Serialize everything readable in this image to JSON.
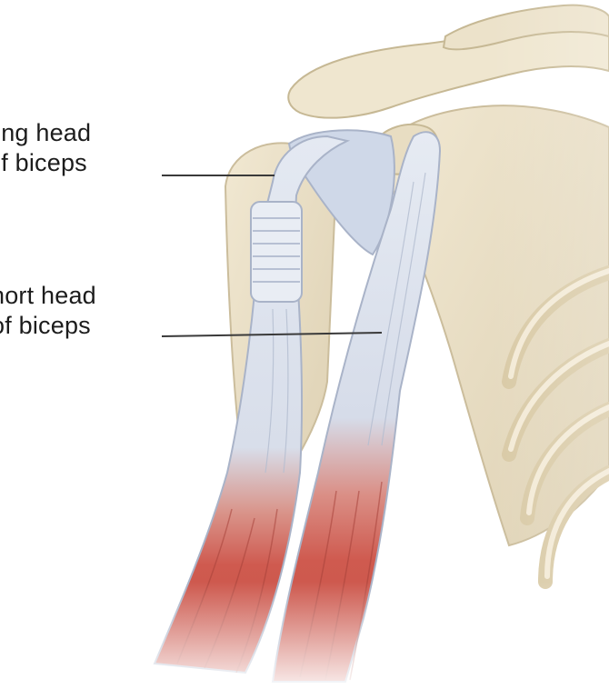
{
  "labels": {
    "long_head": {
      "line1": "ong head",
      "line2": "of biceps"
    },
    "short_head": {
      "line1": "hort head",
      "line2": "of biceps"
    }
  },
  "colors": {
    "bone": "#eadfc6",
    "bone_shadow": "#cbbd9c",
    "tendon": "#dfe4ee",
    "tendon_shadow": "#a9b3c8",
    "muscle": "#cf5a4f",
    "muscle_dark": "#a7423a",
    "leader_line": "#3a3a3a"
  }
}
